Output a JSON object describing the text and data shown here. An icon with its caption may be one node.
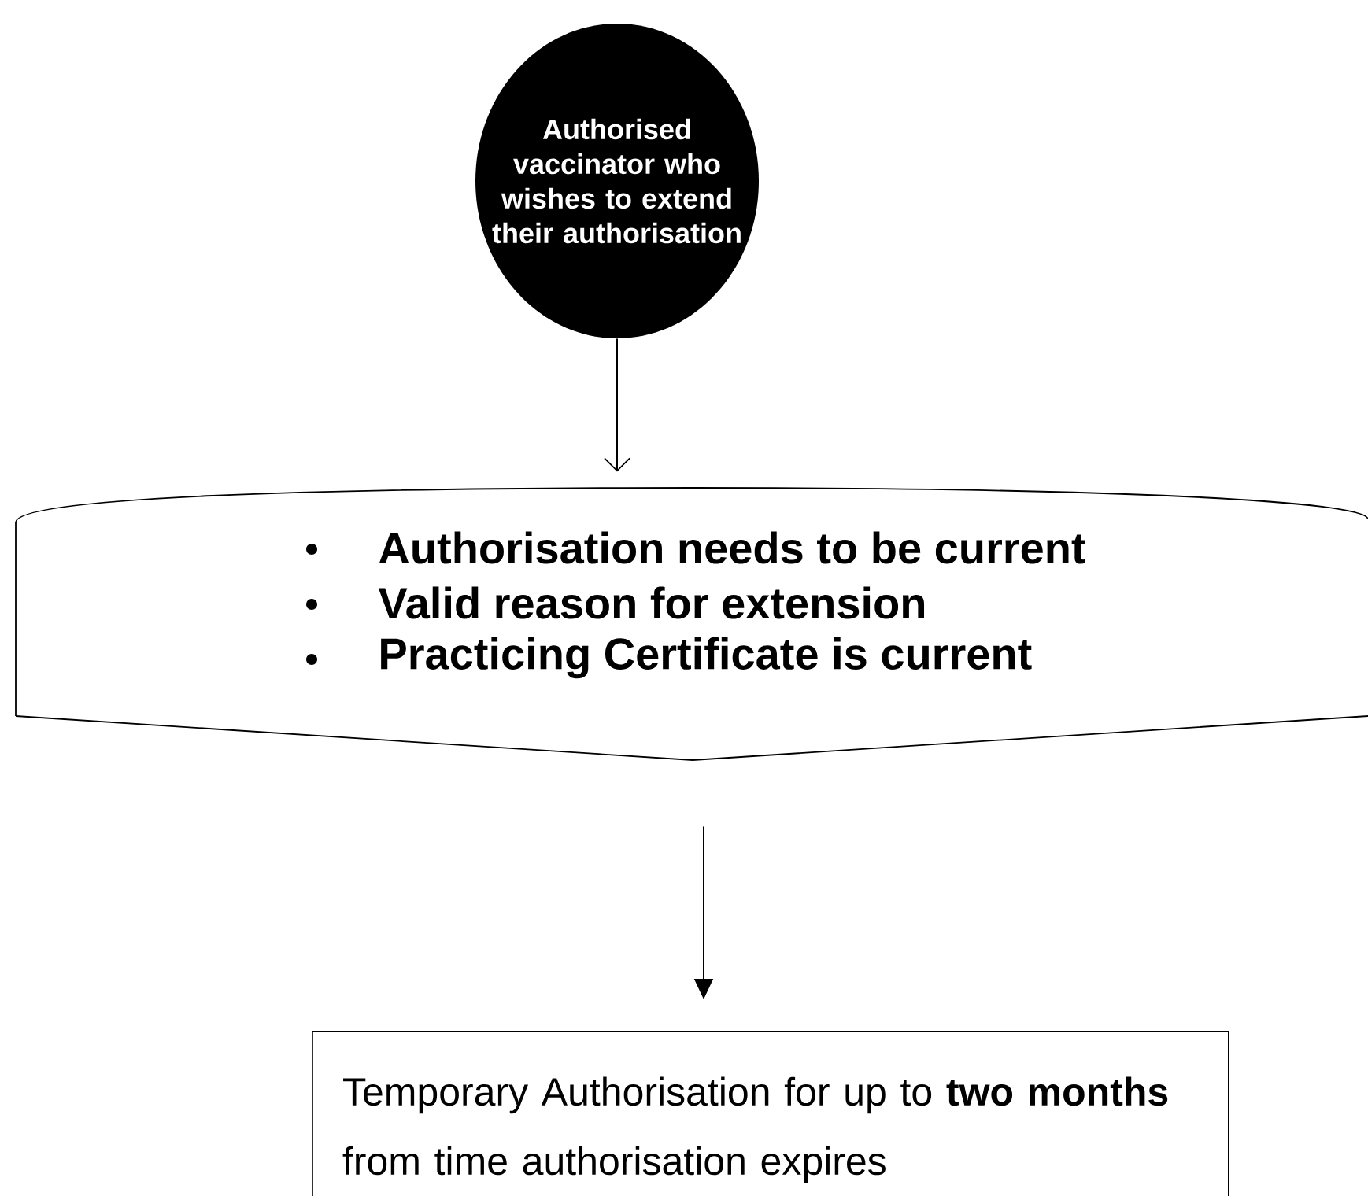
{
  "diagram": {
    "nodes": [
      {
        "text": [
          "Authorised vaccinator who wishes to extend their authorisation"
        ]
      },
      {
        "text": [
          "Authorisation needs to be current",
          "Valid reason for extension",
          "Practicing Certificate is current"
        ]
      },
      {
        "text": [
          "Temporary Authorisation for up to **two months** from time authorisation expires"
        ]
      }
    ],
    "edges": [
      {
        "from": 0,
        "to": 1,
        "arrow": "to"
      },
      {
        "from": 1,
        "to": 2,
        "arrow": "to"
      }
    ]
  }
}
